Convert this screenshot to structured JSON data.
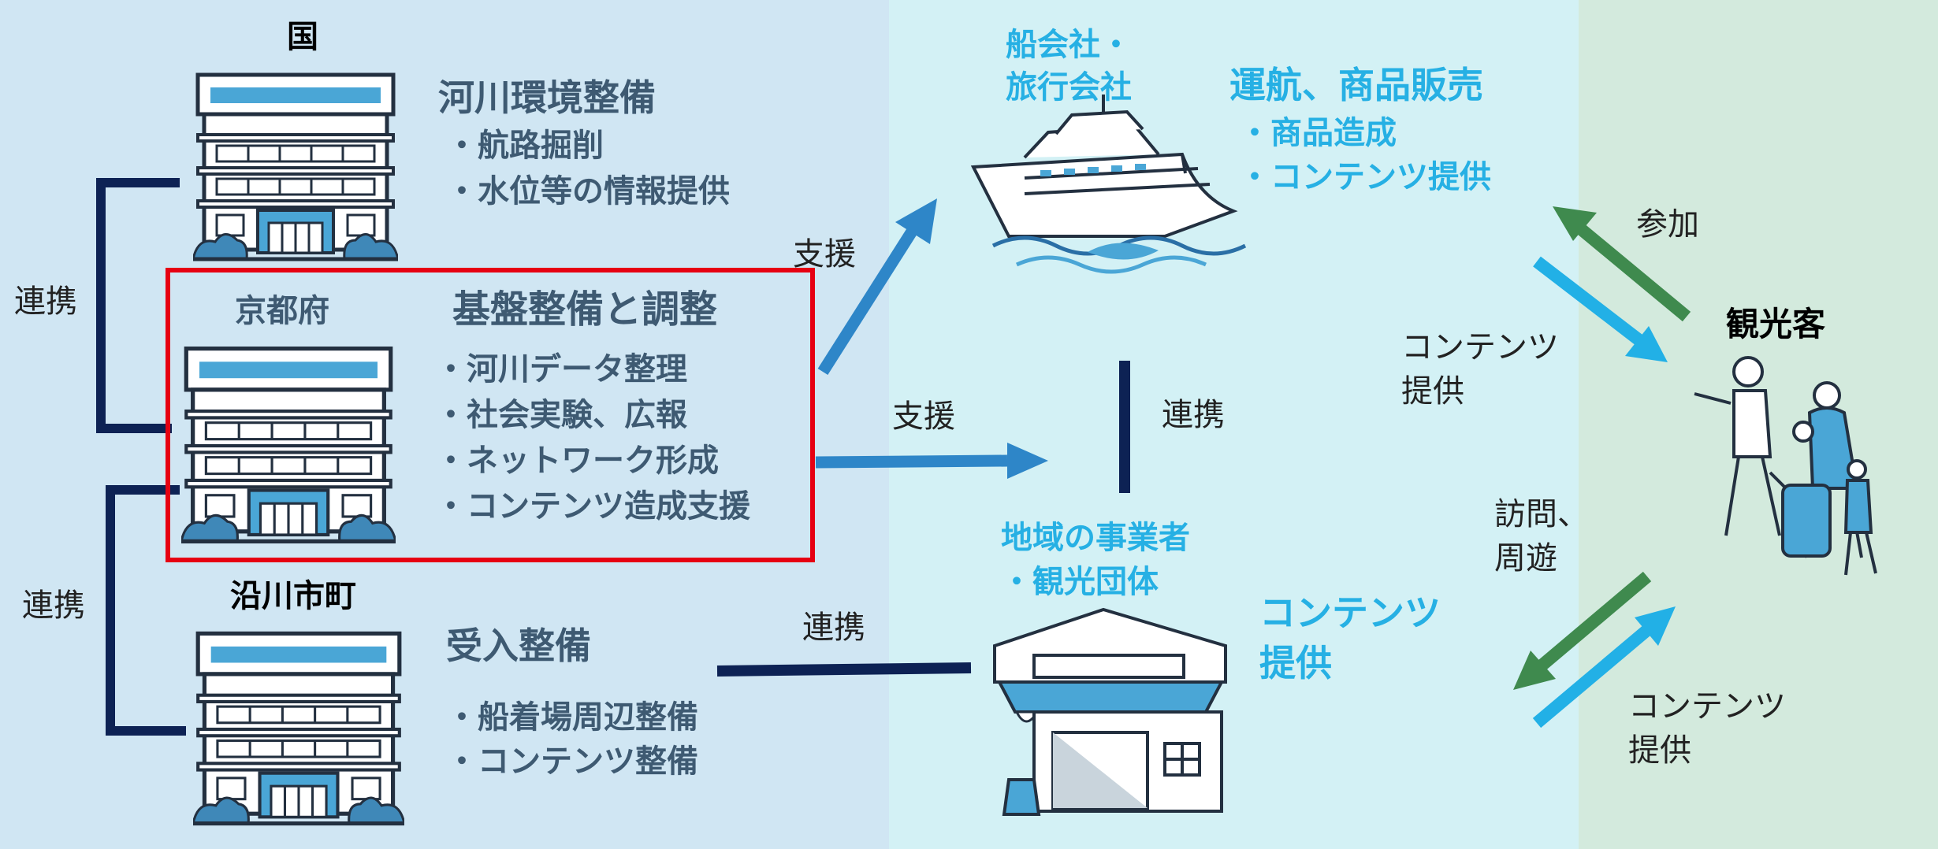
{
  "government": {
    "national": {
      "name": "国",
      "role": "河川環境整備",
      "items": [
        "・航路掘削",
        "・水位等の情報提供"
      ]
    },
    "prefecture": {
      "name": "京都府",
      "role": "基盤整備と調整",
      "items": [
        "・河川データ整理",
        "・社会実験、広報",
        "・ネットワーク形成",
        "・コンテンツ造成支援"
      ]
    },
    "municipality": {
      "name": "沿川市町",
      "role": "受入整備",
      "items": [
        "・船着場周辺整備",
        "・コンテンツ整備"
      ]
    }
  },
  "operators": {
    "ship": {
      "name_lines": [
        "船会社・",
        "旅行会社"
      ],
      "role": "運航、商品販売",
      "items": [
        "・商品造成",
        "・コンテンツ提供"
      ]
    },
    "local": {
      "name_lines": [
        "地域の事業者",
        "・観光団体"
      ],
      "role_lines": [
        "コンテンツ",
        "提供"
      ]
    }
  },
  "tourist": {
    "name": "観光客"
  },
  "labels": {
    "coop_left_top": "連携",
    "coop_left_bottom": "連携",
    "support_to_ship": "支援",
    "support_to_local": "支援",
    "coop_mid": "連携",
    "coop_municipality_local": "連携",
    "participate": "参加",
    "content_provide_top": [
      "コンテンツ",
      "提供"
    ],
    "visit_tour": [
      "訪問、",
      "周遊"
    ],
    "content_provide_bottom": [
      "コンテンツ",
      "提供"
    ]
  },
  "colors": {
    "zone_left": "#d0e6f3",
    "zone_mid": "#d3f1f5",
    "zone_right": "#d3eadd",
    "highlight_box": "#e60012",
    "connector_navy": "#0d2254",
    "arrow_blue": "#2e86c8",
    "arrow_green": "#3f8a4e",
    "arrow_cyan": "#22b0e6",
    "accent_text": "#26b0e4"
  }
}
